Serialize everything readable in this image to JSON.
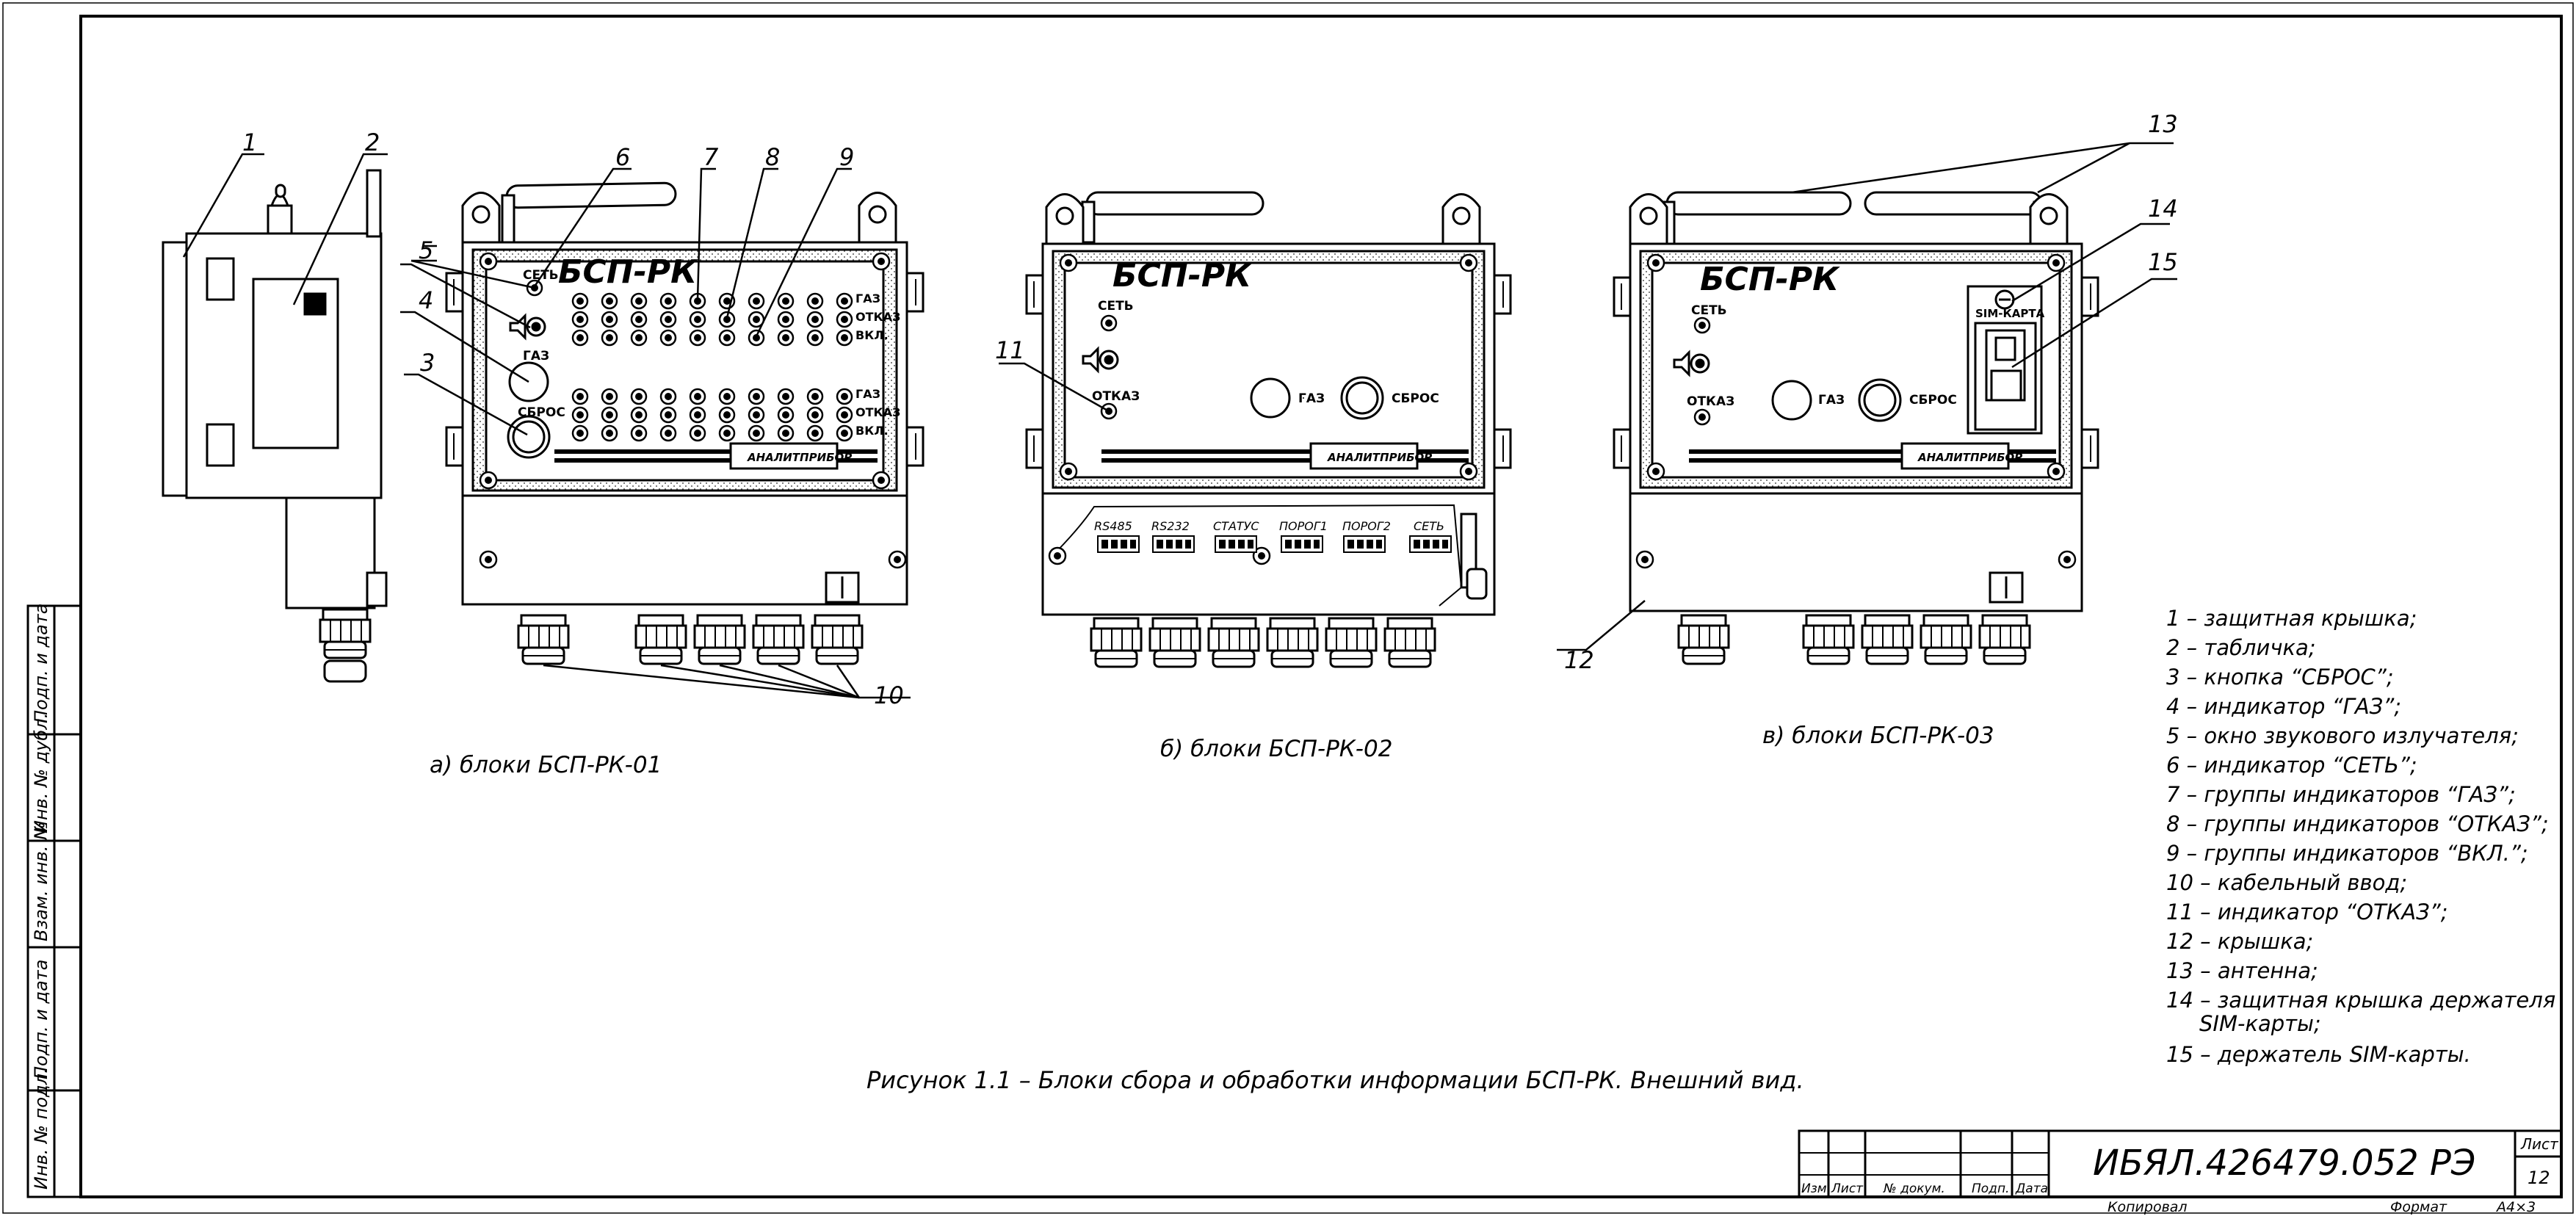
{
  "sidebar": {
    "podp_data_1": "Подп. и дата",
    "inv_dubl": "Инв. № дубл.",
    "vzam_inv": "Взам. инв. №",
    "podp_data_2": "Подп. и дата",
    "inv_podl": "Инв. № подл."
  },
  "callouts": {
    "n1": "1",
    "n2": "2",
    "n3": "3",
    "n4": "4",
    "n5": "5",
    "n6": "6",
    "n7": "7",
    "n8": "8",
    "n9": "9",
    "n10": "10",
    "n11": "11",
    "n12": "12",
    "n13": "13",
    "n14": "14",
    "n15": "15"
  },
  "device_a": {
    "title": "БСП-РК",
    "set": "СЕТЬ",
    "gaz": "ГАЗ",
    "sbros": "СБРОС",
    "rowlabels_top": [
      "ГАЗ",
      "ОТКАЗ",
      "ВКЛ."
    ],
    "rowlabels_bottom": [
      "ГАЗ",
      "ОТКАЗ",
      "ВКЛ."
    ],
    "brand": "АНАЛИТПРИБОР",
    "caption": "а) блоки БСП-РК-01"
  },
  "device_b": {
    "title": "БСП-РК",
    "set": "СЕТЬ",
    "otkaz": "ОТКАЗ",
    "gaz": "ГАЗ",
    "sbros": "СБРОС",
    "brand": "АНАЛИТПРИБОР",
    "connectors": [
      "RS485",
      "RS232",
      "СТАТУС",
      "ПОРОГ1",
      "ПОРОГ2",
      "СЕТЬ"
    ],
    "caption": "б) блоки БСП-РК-02"
  },
  "device_c": {
    "title": "БСП-РК",
    "set": "СЕТЬ",
    "otkaz": "ОТКАЗ",
    "gaz": "ГАЗ",
    "sbros": "СБРОС",
    "sim": "SIM-КАРТА",
    "brand": "АНАЛИТПРИБОР",
    "caption": "в) блоки БСП-РК-03"
  },
  "legend": [
    "1 – защитная крышка;",
    "2 – табличка;",
    "3 – кнопка “СБРОС”;",
    "4 – индикатор “ГАЗ”;",
    "5 – окно звукового излучателя;",
    "6 – индикатор “СЕТЬ”;",
    "7 – группы индикаторов “ГАЗ”;",
    "8 – группы индикаторов “ОТКАЗ”;",
    "9 – группы индикаторов “ВКЛ.”;",
    "10 – кабельный ввод;",
    "11 – индикатор “ОТКАЗ”;",
    "12 – крышка;",
    "13 – антенна;",
    "14 – защитная крышка держателя",
    "SIM-карты;",
    "15 – держатель SIM-карты."
  ],
  "figure_caption": "Рисунок 1.1 – Блоки сбора и обработки информации БСП-РК. Внешний вид.",
  "title_block": {
    "izm": "Изм.",
    "list": "Лист",
    "ndokum": "№ докум.",
    "podp": "Подп.",
    "data": "Дата",
    "code": "ИБЯЛ.426479.052 РЭ",
    "list_label": "Лист",
    "list_num": "12",
    "kopiroval": "Копировал",
    "format_label": "Формат",
    "format_val": "А4×3"
  }
}
